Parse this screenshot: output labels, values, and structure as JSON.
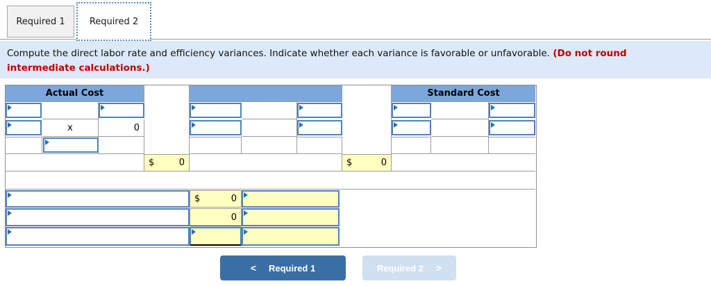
{
  "tabs": {
    "tab1": "Required 1",
    "tab2": "Required 2"
  },
  "instruction": {
    "text": "Compute the direct labor rate and efficiency variances. Indicate whether each variance is favorable or unfavorable. ",
    "warning_line1": "(Do not round",
    "warning_line2": "intermediate calculations.)"
  },
  "worksheet": {
    "actual_header": "Actual Cost",
    "middle_header": "",
    "standard_header": "Standard Cost",
    "actual": {
      "multiply_sign": "x",
      "product_value": "0"
    },
    "totals": {
      "left": {
        "currency": "$",
        "value": "0"
      },
      "right": {
        "currency": "$",
        "value": "0"
      }
    },
    "variance": {
      "rows": [
        {
          "currency": "$",
          "value": "0"
        },
        {
          "currency": "",
          "value": "0"
        },
        {
          "currency": "",
          "value": ""
        }
      ]
    }
  },
  "footer": {
    "prev": {
      "chevron": "<",
      "label": "Required 1"
    },
    "next": {
      "label": "Required 2",
      "chevron": ">"
    }
  },
  "colors": {
    "header_blue": "#7ba7dc",
    "input_yellow": "#ffffc0",
    "dropdown_border_blue": "#4f81bd",
    "instruction_bg": "#dce9f8",
    "warning_red": "#c00000",
    "button_active_blue": "#3a6fa5",
    "button_disabled_blue": "#cfe0f1"
  }
}
